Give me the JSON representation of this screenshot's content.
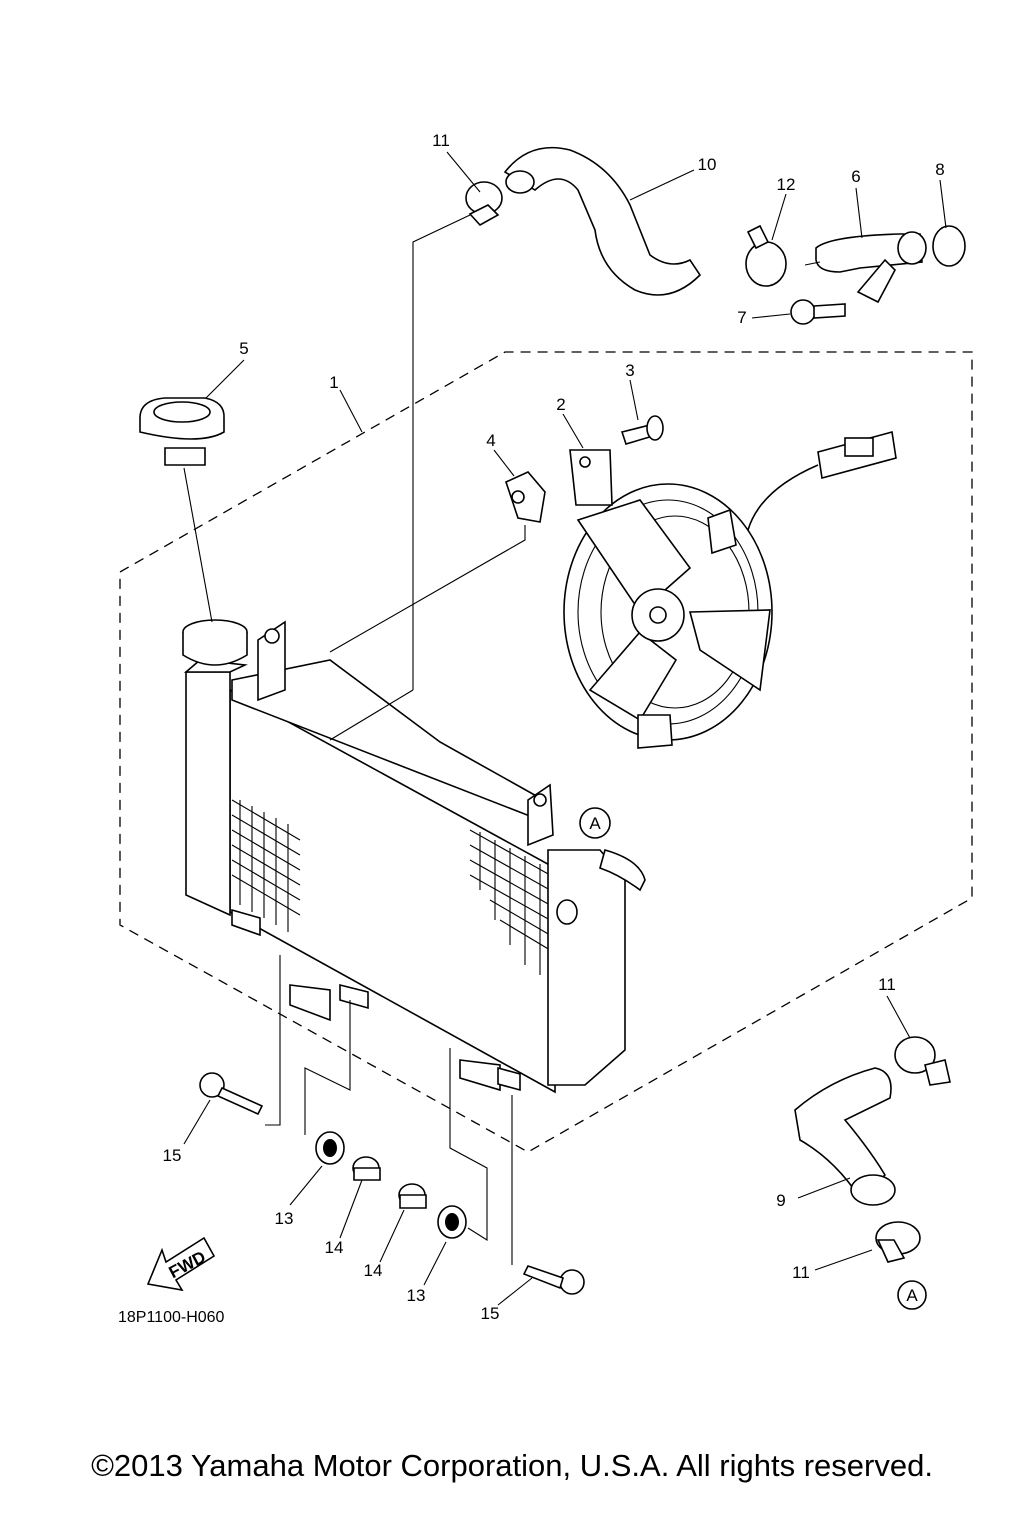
{
  "diagram": {
    "callouts": [
      {
        "id": "c1",
        "text": "1"
      },
      {
        "id": "c2",
        "text": "2"
      },
      {
        "id": "c3",
        "text": "3"
      },
      {
        "id": "c4",
        "text": "4"
      },
      {
        "id": "c5",
        "text": "5"
      },
      {
        "id": "c6",
        "text": "6"
      },
      {
        "id": "c7",
        "text": "7"
      },
      {
        "id": "c8",
        "text": "8"
      },
      {
        "id": "c9",
        "text": "9"
      },
      {
        "id": "c10",
        "text": "10"
      },
      {
        "id": "c11a",
        "text": "11"
      },
      {
        "id": "c11b",
        "text": "11"
      },
      {
        "id": "c11c",
        "text": "11"
      },
      {
        "id": "c12",
        "text": "12"
      },
      {
        "id": "c13a",
        "text": "13"
      },
      {
        "id": "c13b",
        "text": "13"
      },
      {
        "id": "c14a",
        "text": "14"
      },
      {
        "id": "c14b",
        "text": "14"
      },
      {
        "id": "c15a",
        "text": "15"
      },
      {
        "id": "c15b",
        "text": "15"
      }
    ],
    "connector_marks": [
      "A",
      "A"
    ],
    "fwd_arrow_label": "FWD",
    "diagram_code": "18P1100-H060"
  },
  "footer": {
    "copyright": "©2013 Yamaha Motor Corporation, U.S.A. All rights reserved."
  }
}
